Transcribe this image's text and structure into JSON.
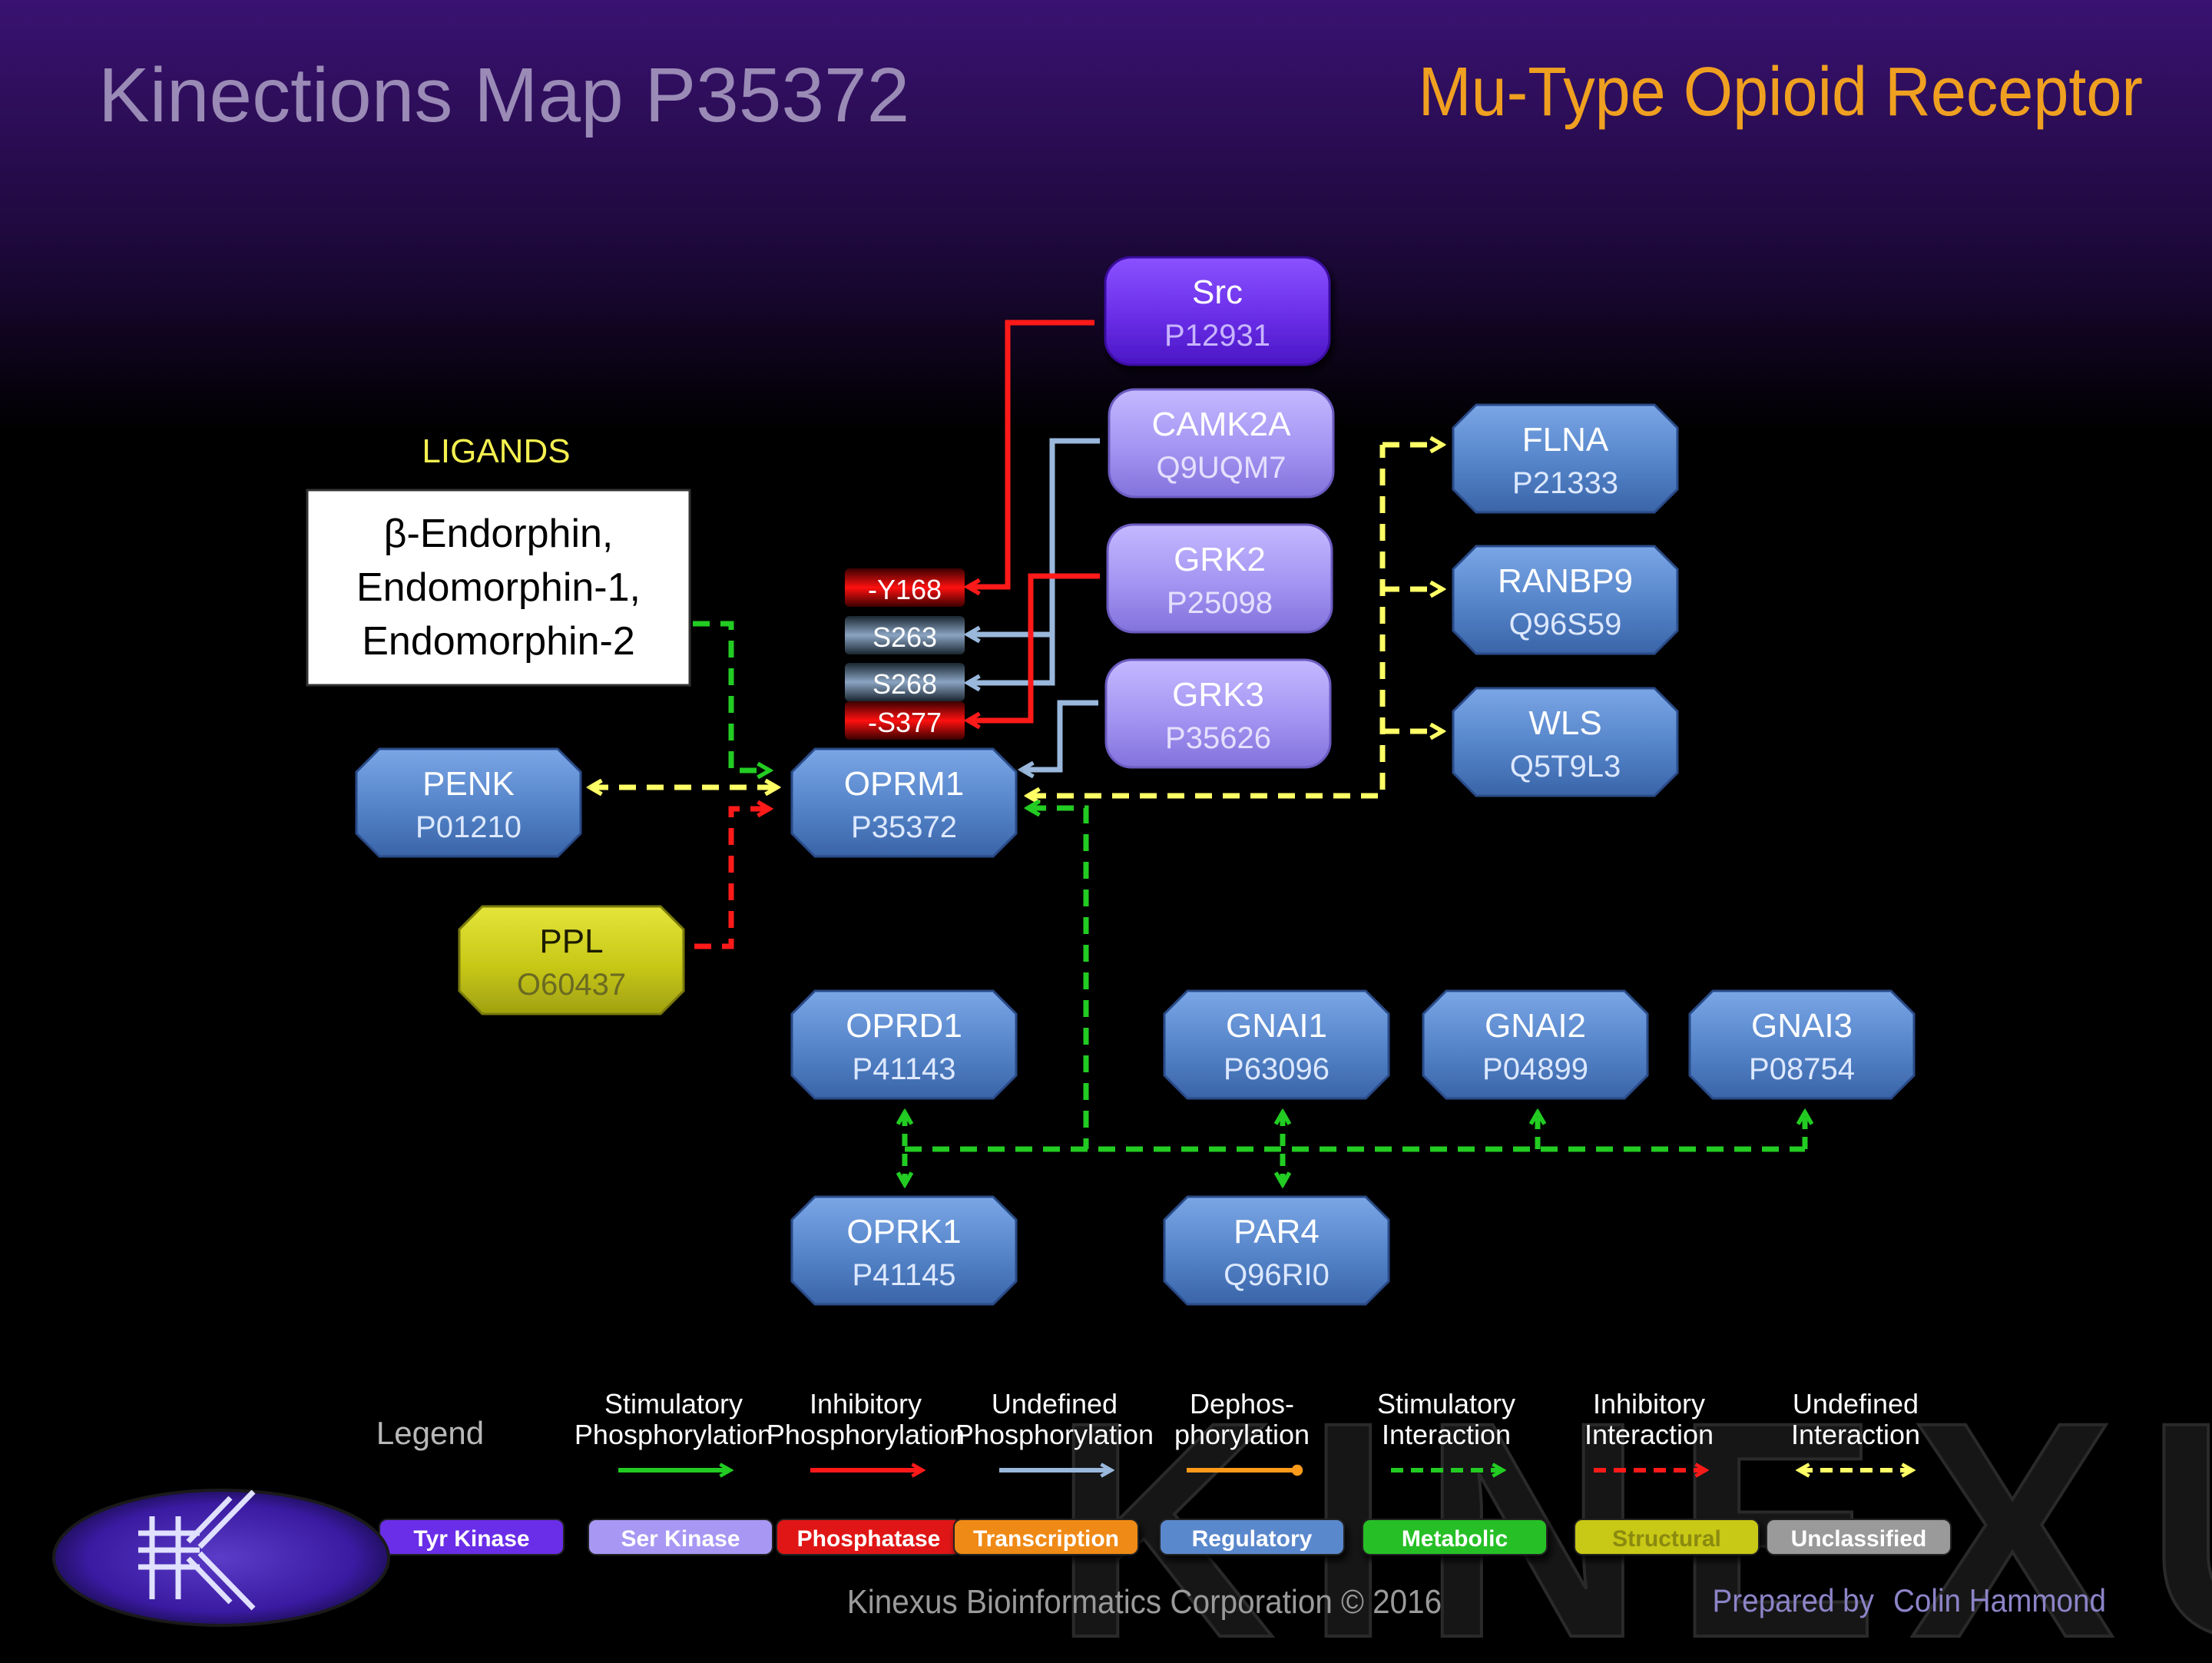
{
  "header": {
    "title": "Kinections Map P35372",
    "protein_name": "Mu-Type Opioid Receptor"
  },
  "ligands": {
    "heading": "LIGANDS",
    "lines": [
      "β-Endorphin,",
      "Endomorphin-1,",
      "Endomorphin-2"
    ]
  },
  "nodes": [
    {
      "id": "src",
      "name": "Src",
      "accession": "P12931",
      "category": "Tyr Kinase"
    },
    {
      "id": "camk2a",
      "name": "CAMK2A",
      "accession": "Q9UQM7",
      "category": "Ser Kinase"
    },
    {
      "id": "grk2",
      "name": "GRK2",
      "accession": "P25098",
      "category": "Ser Kinase"
    },
    {
      "id": "grk3",
      "name": "GRK3",
      "accession": "P35626",
      "category": "Ser Kinase"
    },
    {
      "id": "flna",
      "name": "FLNA",
      "accession": "P21333",
      "category": "Regulatory"
    },
    {
      "id": "ranbp9",
      "name": "RANBP9",
      "accession": "Q96S59",
      "category": "Regulatory"
    },
    {
      "id": "wls",
      "name": "WLS",
      "accession": "Q5T9L3",
      "category": "Regulatory"
    },
    {
      "id": "penk",
      "name": "PENK",
      "accession": "P01210",
      "category": "Regulatory"
    },
    {
      "id": "oprm1",
      "name": "OPRM1",
      "accession": "P35372",
      "category": "Regulatory"
    },
    {
      "id": "ppl",
      "name": "PPL",
      "accession": "O60437",
      "category": "Structural"
    },
    {
      "id": "oprd1",
      "name": "OPRD1",
      "accession": "P41143",
      "category": "Regulatory"
    },
    {
      "id": "gnai1",
      "name": "GNAI1",
      "accession": "P63096",
      "category": "Regulatory"
    },
    {
      "id": "gnai2",
      "name": "GNAI2",
      "accession": "P04899",
      "category": "Regulatory"
    },
    {
      "id": "gnai3",
      "name": "GNAI3",
      "accession": "P08754",
      "category": "Regulatory"
    },
    {
      "id": "oprk1",
      "name": "OPRK1",
      "accession": "P41145",
      "category": "Regulatory"
    },
    {
      "id": "par4",
      "name": "PAR4",
      "accession": "Q96RI0",
      "category": "Regulatory"
    }
  ],
  "sites": [
    {
      "label": "-Y168",
      "type": "inhibitory"
    },
    {
      "label": "S263",
      "type": "undefined"
    },
    {
      "label": "S268",
      "type": "undefined"
    },
    {
      "label": "-S377",
      "type": "inhibitory"
    }
  ],
  "legend": {
    "title": "Legend",
    "edge_types": [
      {
        "line1": "Stimulatory",
        "line2": "Phosphorylation",
        "color": "#22cc22",
        "style": "solid",
        "head": "arrow"
      },
      {
        "line1": "Inhibitory",
        "line2": "Phosphorylation",
        "color": "#ff1a1a",
        "style": "solid",
        "head": "arrow"
      },
      {
        "line1": "Undefined",
        "line2": "Phosphorylation",
        "color": "#9ab8dc",
        "style": "solid",
        "head": "arrow"
      },
      {
        "line1": "Dephos-",
        "line2": "phorylation",
        "color": "#ff9a1a",
        "style": "solid",
        "head": "dot"
      },
      {
        "line1": "Stimulatory",
        "line2": "Interaction",
        "color": "#22cc22",
        "style": "dashed",
        "head": "arrow"
      },
      {
        "line1": "Inhibitory",
        "line2": "Interaction",
        "color": "#ff1a1a",
        "style": "dashed",
        "head": "arrow"
      },
      {
        "line1": "Undefined",
        "line2": "Interaction",
        "color": "#ffff66",
        "style": "dashed",
        "head": "double"
      }
    ],
    "categories": [
      {
        "label": "Tyr Kinase",
        "color": "#6a2ee8",
        "text_color": "#ffffff"
      },
      {
        "label": "Ser Kinase",
        "color": "#a898f4",
        "text_color": "#ffffff"
      },
      {
        "label": "Phosphatase",
        "color": "#e01818",
        "text_color": "#ffffff"
      },
      {
        "label": "Transcription",
        "color": "#f08a18",
        "text_color": "#ffffff"
      },
      {
        "label": "Regulatory",
        "color": "#5a88cc",
        "text_color": "#ffffff"
      },
      {
        "label": "Metabolic",
        "color": "#28c028",
        "text_color": "#ffffff"
      },
      {
        "label": "Structural",
        "color": "#c8c818",
        "text_color": "#8a8a10"
      },
      {
        "label": "Unclassified",
        "color": "#9a9a9a",
        "text_color": "#ffffff"
      }
    ]
  },
  "footer": {
    "copyright": "Kinexus Bioinformatics Corporation © 2016",
    "prepared_label": "Prepared by",
    "author": "Colin Hammond",
    "watermark": "KINEXUS"
  }
}
